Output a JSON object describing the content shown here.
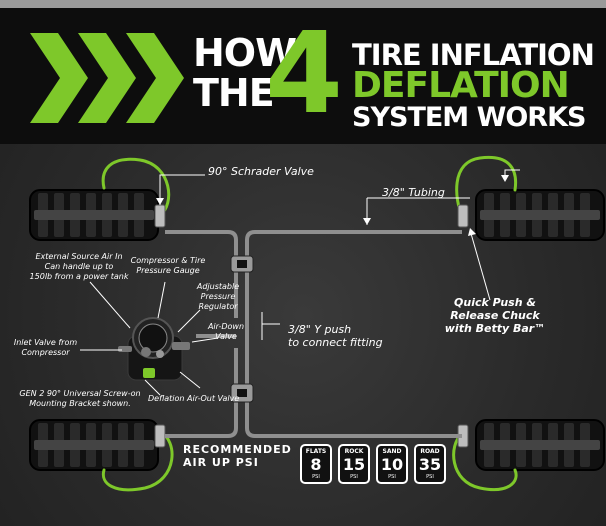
{
  "header": {
    "line_how": "HOW",
    "line_the": "THE",
    "number": "4",
    "line_tire_inflation": "TIRE INFLATION",
    "line_deflation": "DEFLATION",
    "line_system_works": "SYSTEM WORKS"
  },
  "colors": {
    "brand_green": "#7ec82a",
    "header_bg": "#0d0d0d",
    "panel_bg": "#2c2c2c"
  },
  "labels": {
    "schrader_valve": "90° Schrader Valve",
    "tubing": "3/8\" Tubing",
    "external_source_l1": "External Source Air In",
    "external_source_l2": "Can handle up to",
    "external_source_l3": "150lb from a power tank",
    "compressor_gauge_l1": "Compressor & Tire",
    "compressor_gauge_l2": "Pressure Gauge",
    "adjustable_l1": "Adjustable",
    "adjustable_l2": "Pressure",
    "adjustable_l3": "Regulator",
    "air_down_l1": "Air-Down",
    "air_down_l2": "Valve",
    "inlet_l1": "Inlet Valve from",
    "inlet_l2": "Compressor",
    "gen2_l1": "GEN 2 90° Universal Screw-on",
    "gen2_l2": "Mounting Bracket shown.",
    "deflation_out": "Deflation Air-Out Valve",
    "ypush_l1": "3/8\" Y push",
    "ypush_l2": "to connect fitting",
    "quickpush_l1": "Quick Push &",
    "quickpush_l2": "Release Chuck",
    "quickpush_l3": "with Betty Bar™"
  },
  "psi": {
    "title_l1": "RECOMMENDED",
    "title_l2": "AIR UP PSI",
    "unit": "PSI",
    "items": [
      {
        "label": "FLATS",
        "value": "8"
      },
      {
        "label": "ROCK",
        "value": "15"
      },
      {
        "label": "SAND",
        "value": "10"
      },
      {
        "label": "ROAD",
        "value": "35"
      }
    ]
  }
}
